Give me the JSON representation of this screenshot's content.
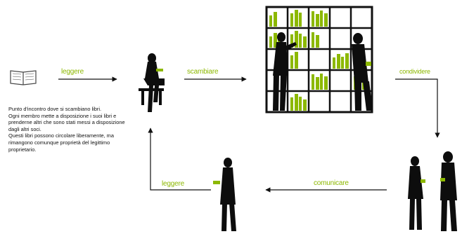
{
  "colors": {
    "accent": "#8cb800",
    "ink": "#111111",
    "silhouette": "#0d0d0d"
  },
  "icons": [
    "open-book-icon",
    "woman-reading-seated-icon",
    "woman-silhouette-icon",
    "man-silhouette-icon",
    "bookshelf-icon"
  ],
  "labels": {
    "leggere_1": "leggere",
    "scambiare": "scambiare",
    "condividere": "condividere",
    "comunicare": "comunicare",
    "leggere_2": "leggere"
  },
  "description": {
    "p1": "Punto d'incontro dove si scambiano libri.",
    "p2": "Ogni membro mette a disposizione i suoi libri e prenderne altri che sono stati messi a disposizione dagli altri soci.",
    "p3": "Questi libri possono circolare liberamente, ma rimangono comunque proprietà del legittimo proprietario."
  }
}
